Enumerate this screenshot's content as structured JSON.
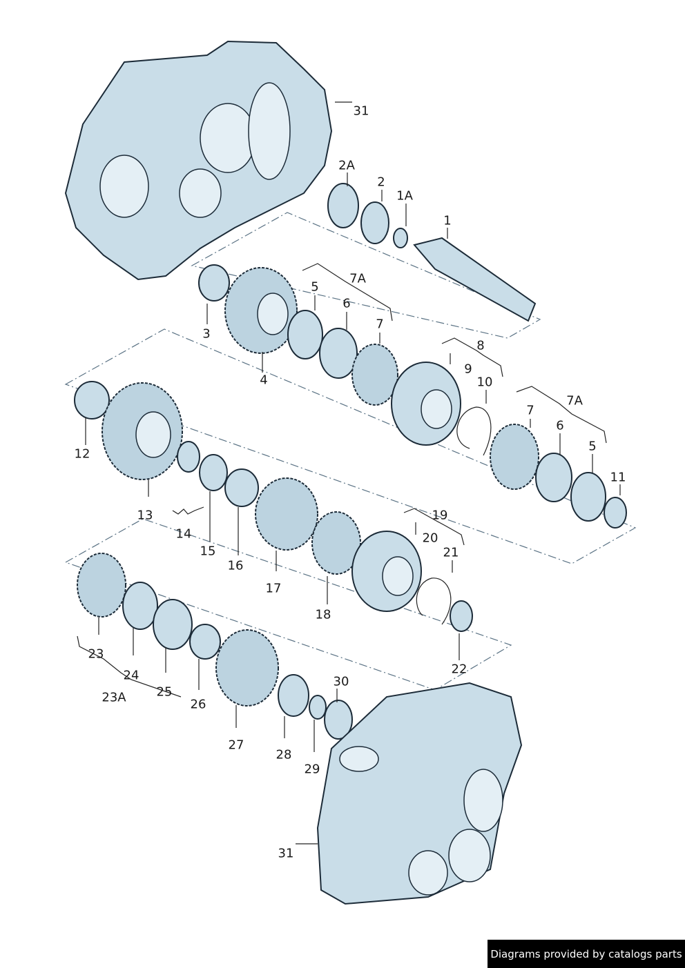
{
  "labels": {
    "l31a": "31",
    "l2A": "2A",
    "l2": "2",
    "l1A": "1A",
    "l1": "1",
    "l3": "3",
    "l7Aa": "7A",
    "l5a": "5",
    "l6a": "6",
    "l7a": "7",
    "l4": "4",
    "l8": "8",
    "l9": "9",
    "l10": "10",
    "l7Ab": "7A",
    "l7b": "7",
    "l6b": "6",
    "l5b": "5",
    "l11": "11",
    "l12": "12",
    "l13": "13",
    "l14": "14",
    "l15": "15",
    "l16": "16",
    "l17": "17",
    "l19": "19",
    "l20": "20",
    "l21": "21",
    "l18": "18",
    "l22": "22",
    "l23": "23",
    "l24": "24",
    "l25": "25",
    "l23A": "23A",
    "l26": "26",
    "l30": "30",
    "l27": "27",
    "l28": "28",
    "l29": "29",
    "l31b": "31"
  },
  "footer": {
    "text": "Diagrams provided by catalogs parts"
  },
  "colors": {
    "part": "#c9dde8",
    "outline": "#1c2b38",
    "frame": "#5a7284"
  }
}
